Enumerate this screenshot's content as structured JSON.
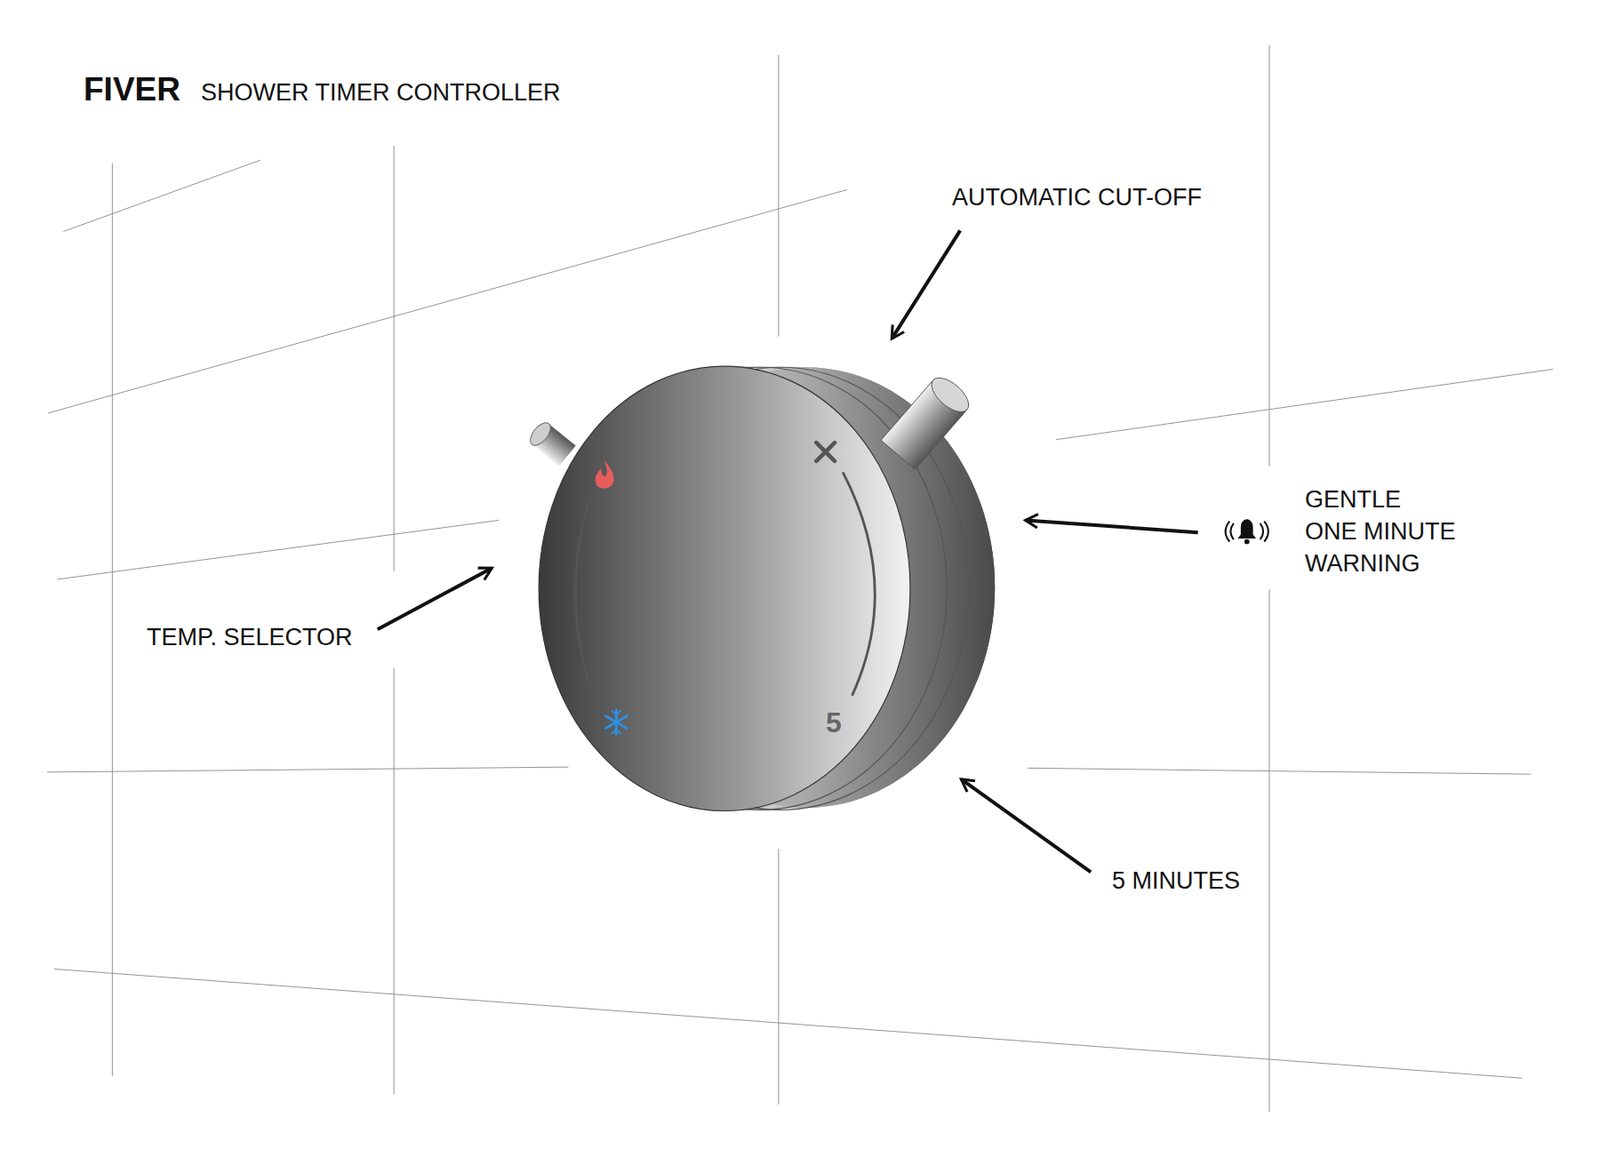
{
  "diagram": {
    "title": "FIVER",
    "labels": [
      "SHOWER TIMER CONTROLLER",
      "AUTOMATIC CUT-OFF",
      "GENTLE ONE MINUTE WARNING",
      "TEMP. SELECTOR",
      "5 MINUTES",
      "5"
    ]
  }
}
